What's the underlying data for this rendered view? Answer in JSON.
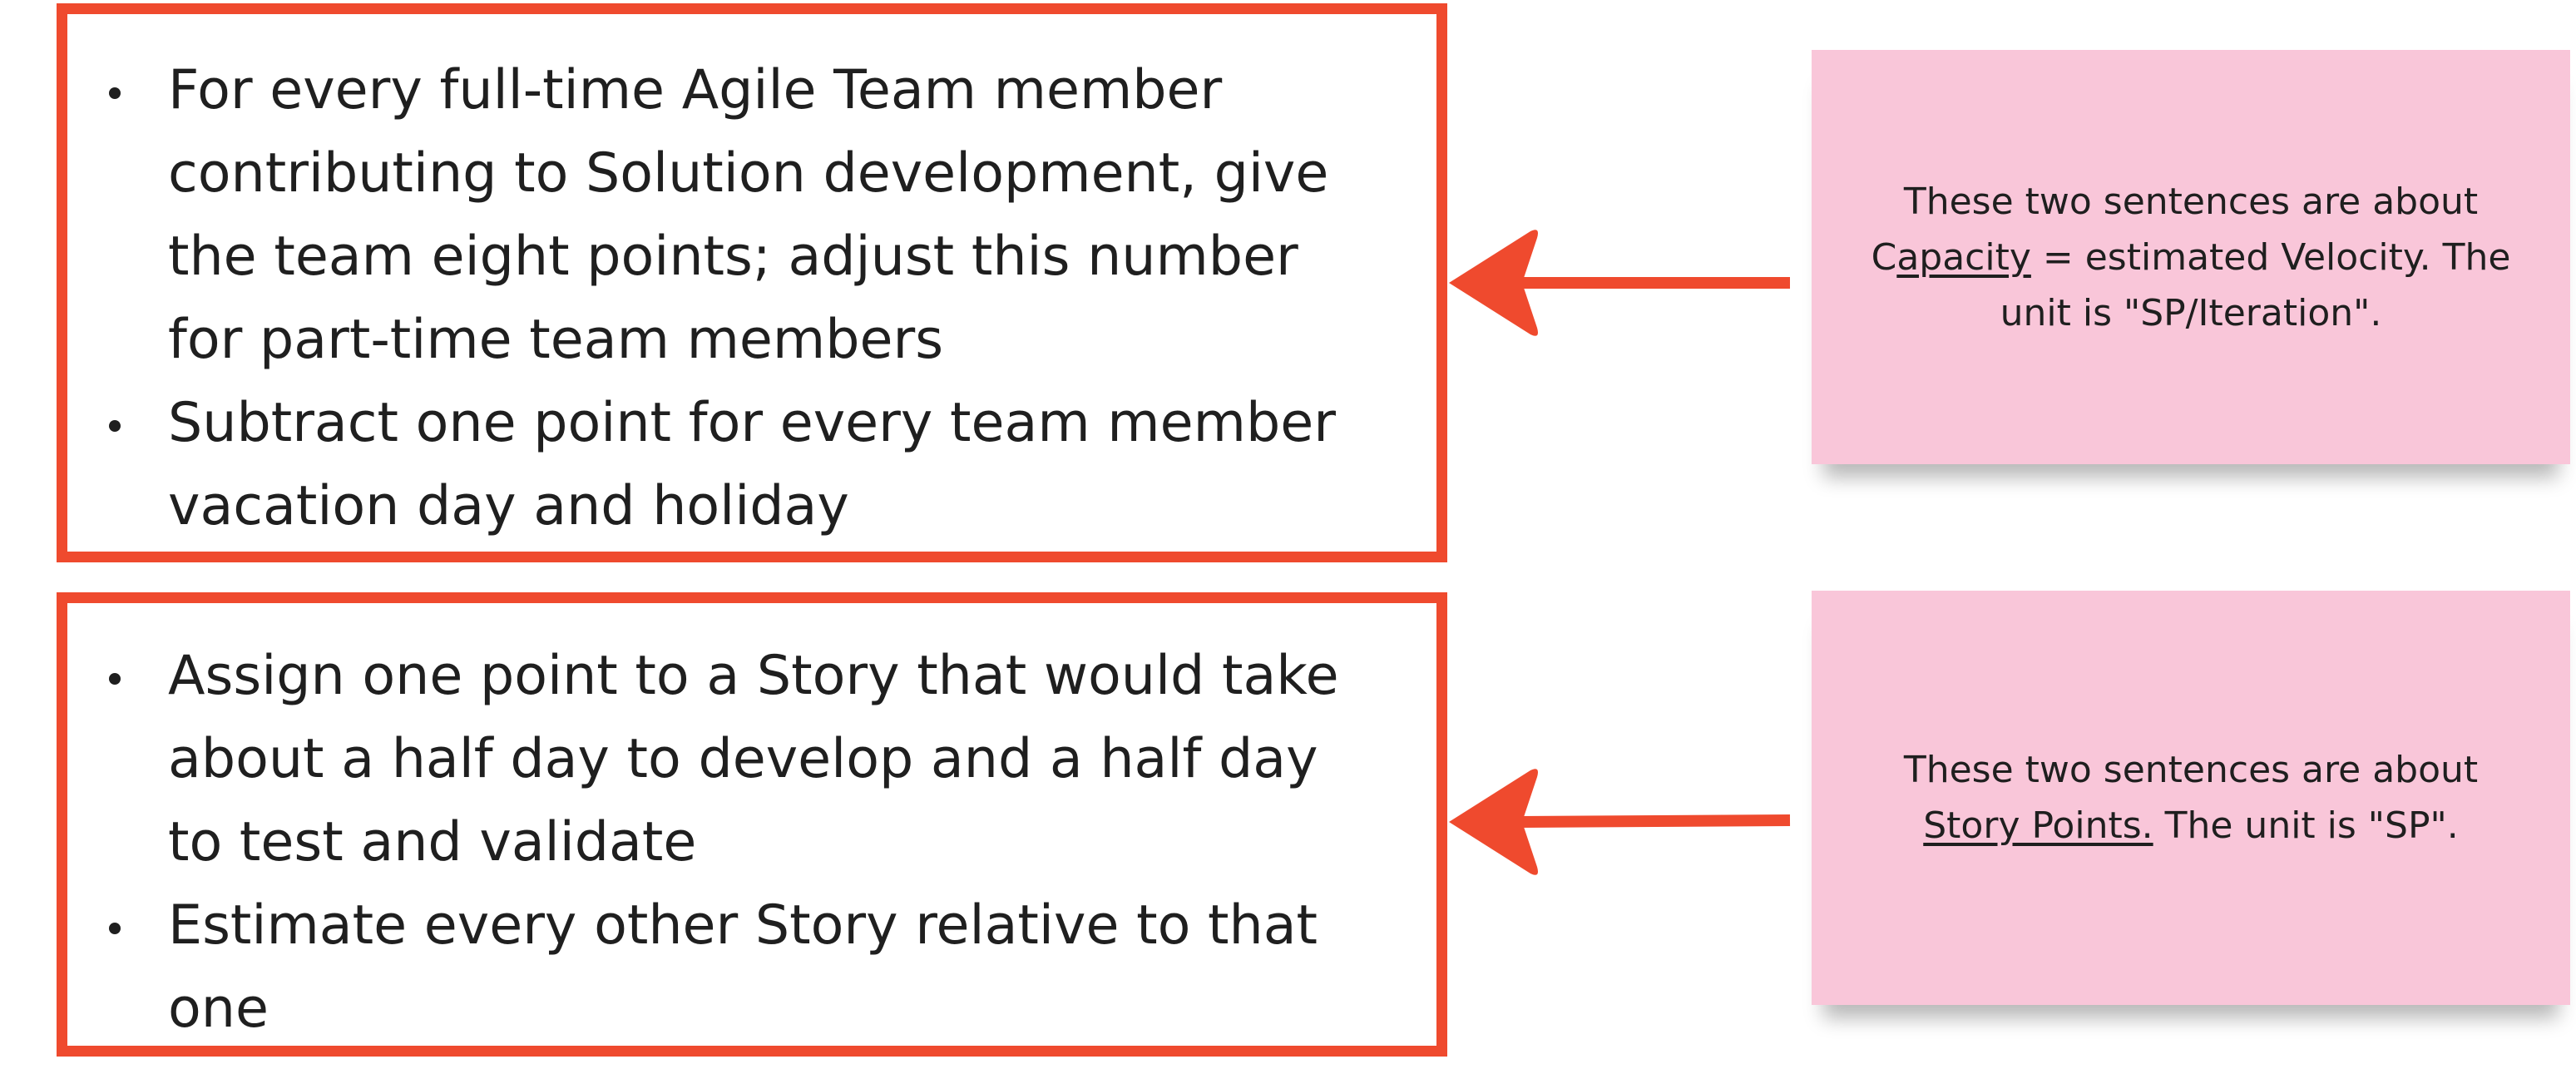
{
  "colors": {
    "box_border": "#ef4a2e",
    "arrow": "#ef4a2e",
    "note_background": "#f9c6d9",
    "text": "#1f1f1f"
  },
  "capacity_box": {
    "bullets": [
      "For every full-time Agile Team member contributing to Solution development, give the team eight points; adjust this number for part-time team members",
      "Subtract one point for every team member vacation day and holiday"
    ]
  },
  "story_box": {
    "bullets": [
      "Assign one point to a Story that would take about a half day to develop and a half day to test and validate",
      "Estimate every other Story relative to that one"
    ]
  },
  "capacity_note": {
    "intro": "These two sentences are about",
    "c_prefix": "C",
    "term": "apacity",
    "rest": " = estimated  Velocity. The unit is \"SP/Iteration\"."
  },
  "story_note": {
    "intro": "These two sentences are about",
    "term": "Story Points.",
    "rest": " The unit is \"SP\"."
  },
  "arrows": [
    {
      "from": "capacity-note",
      "to": "capacity-box",
      "icon": "arrow-left-icon"
    },
    {
      "from": "story-note",
      "to": "story-box",
      "icon": "arrow-left-icon"
    }
  ]
}
